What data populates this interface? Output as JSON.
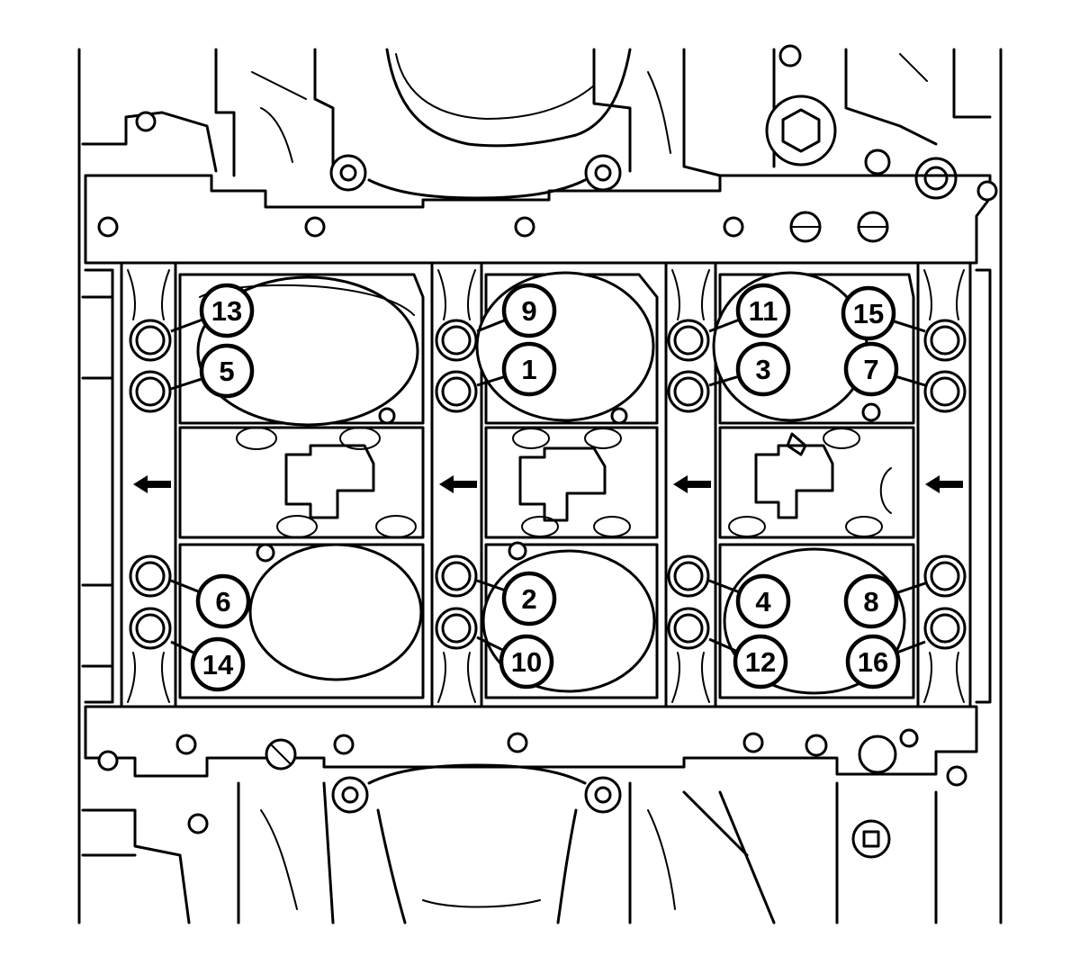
{
  "figure": {
    "stroke_color": "#000000",
    "background_color": "#ffffff"
  },
  "callouts": [
    "1",
    "2",
    "3",
    "4",
    "5",
    "6",
    "7",
    "8",
    "9",
    "10",
    "11",
    "12",
    "13",
    "14",
    "15",
    "16"
  ],
  "arrow_direction": "left",
  "arrow_count": 4
}
